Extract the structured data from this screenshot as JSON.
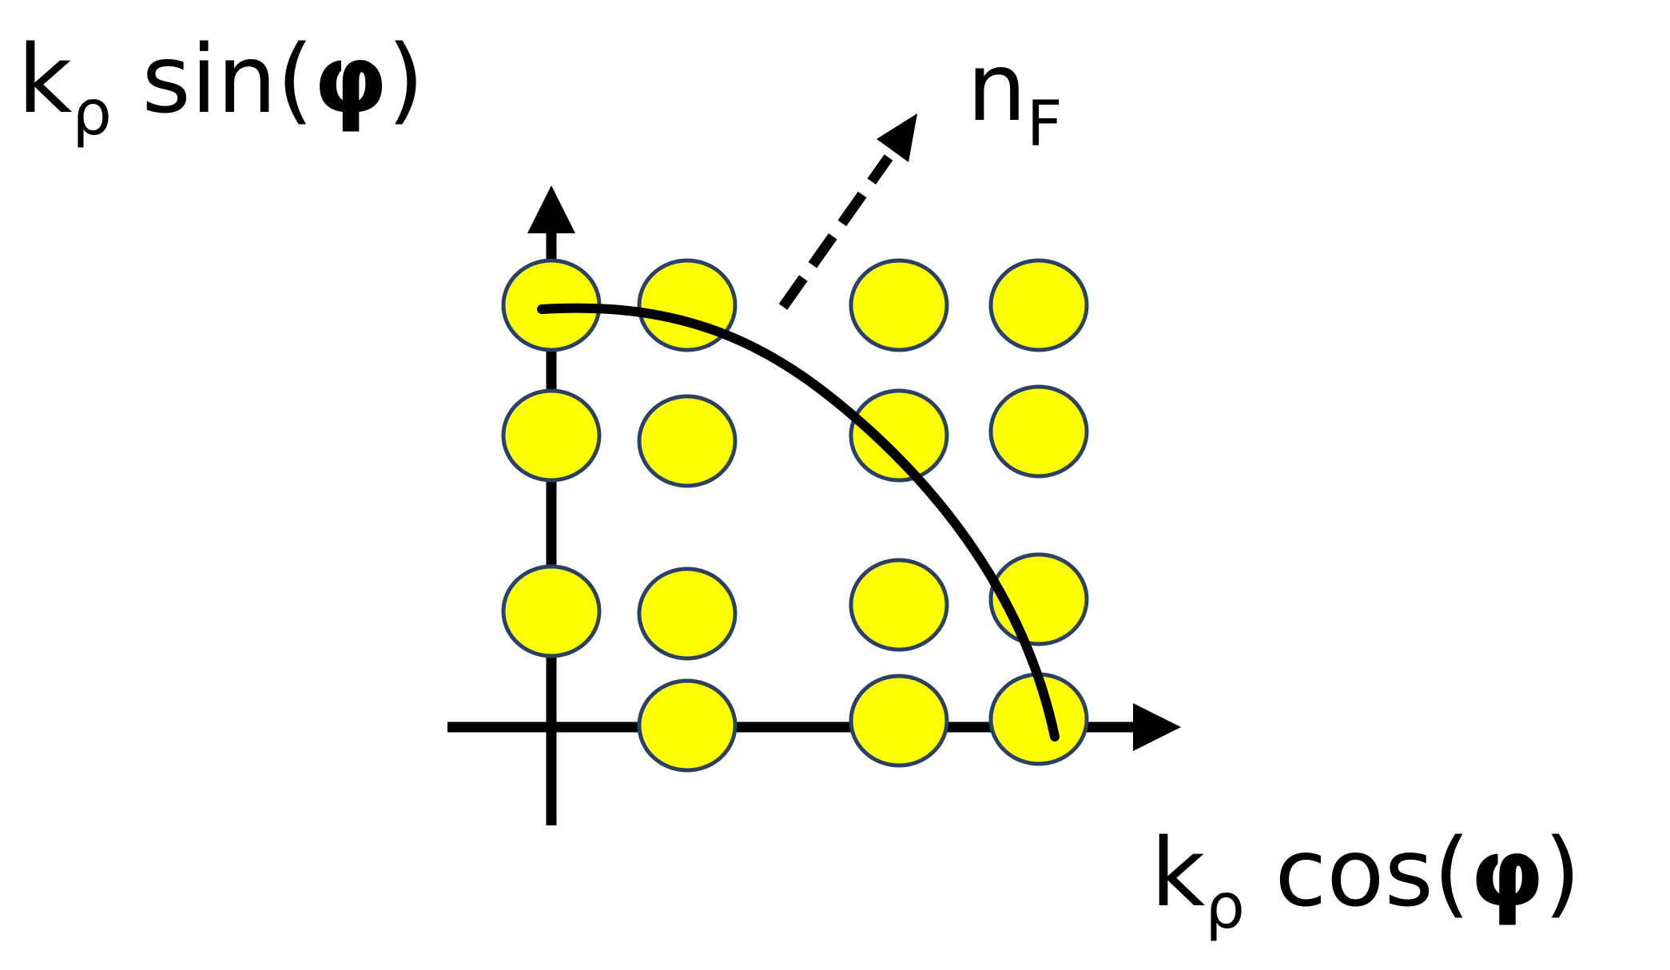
{
  "labels": {
    "y_axis": {
      "main": "k",
      "subscript": "ρ",
      "func": " sin(",
      "symbol": "φ",
      "close": ")"
    },
    "x_axis": {
      "main": "k",
      "subscript": "ρ",
      "func": " cos(",
      "symbol": "φ",
      "close": ")"
    },
    "normal": {
      "main": "n",
      "subscript": "F"
    }
  },
  "colors": {
    "dot_fill": "#ffff00",
    "dot_stroke": "#2b4163",
    "line": "#000000"
  },
  "lattice": {
    "description_items": 15
  }
}
